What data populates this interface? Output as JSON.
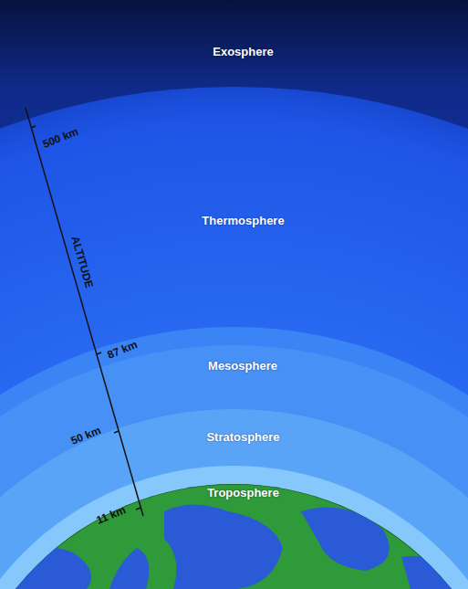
{
  "diagram": {
    "nodes": [
      {
        "text": [
          "Exosphere"
        ]
      },
      {
        "text": [
          "Thermosphere"
        ]
      },
      {
        "text": [
          "Mesosphere"
        ]
      },
      {
        "text": [
          "Stratosphere"
        ]
      },
      {
        "text": [
          "Troposphere"
        ]
      }
    ],
    "labels": [
      "500 km",
      "ALTITUDE",
      "87 km",
      "50 km",
      "11 km"
    ]
  }
}
